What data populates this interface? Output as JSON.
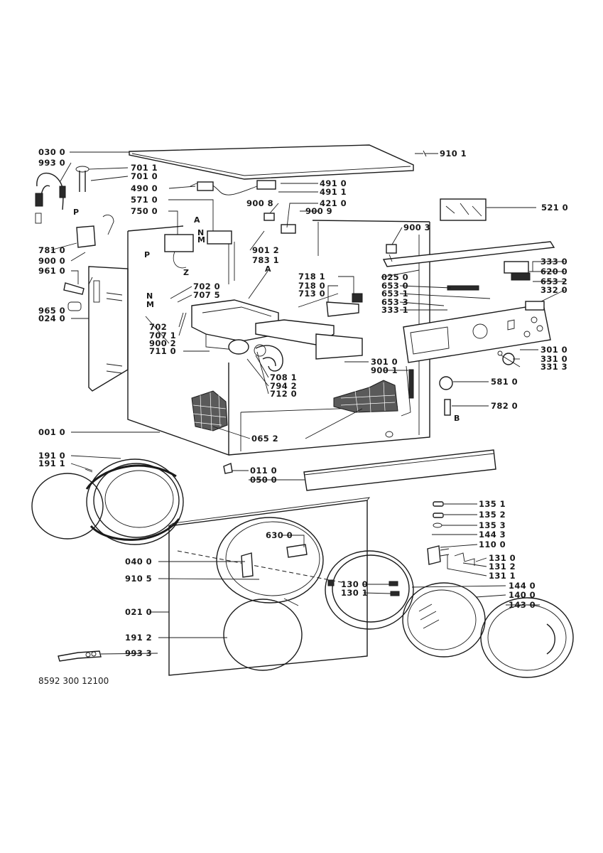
{
  "diagram": {
    "document_code": "8592 300 12100",
    "callouts": [
      "030 0",
      "993 0",
      "701 1",
      "701 0",
      "490 0",
      "571 0",
      "750 0",
      "781 0",
      "900 0",
      "961 0",
      "965 0",
      "024 0",
      "702 0",
      "707 5",
      "702",
      "707 1",
      "900 2",
      "711 0",
      "491 0",
      "491 1",
      "900 8",
      "421 0",
      "900 9",
      "901 2",
      "783 1",
      "718 1",
      "718 0",
      "713 0",
      "708 1",
      "794 2",
      "712 0",
      "910 1",
      "900 3",
      "521 0",
      "025 0",
      "333 0",
      "620 0",
      "653 2",
      "332 0",
      "653 0",
      "653 1",
      "653 3",
      "333 1",
      "301 0",
      "900 1",
      "301 0",
      "331 0",
      "331 3",
      "581 0",
      "782 0",
      "001 0",
      "065 2",
      "191 0",
      "191 1",
      "011 0",
      "050 0",
      "040 0",
      "910 5",
      "021 0",
      "191 2",
      "993 3",
      "630 0",
      "135 1",
      "135 2",
      "135 3",
      "144 3",
      "110 0",
      "131 0",
      "131 2",
      "131 1",
      "130 0",
      "130 1",
      "144 0",
      "140 0",
      "143 0"
    ],
    "letters": [
      "P",
      "A",
      "N",
      "M",
      "P",
      "Z",
      "N",
      "M",
      "A",
      "B"
    ]
  }
}
